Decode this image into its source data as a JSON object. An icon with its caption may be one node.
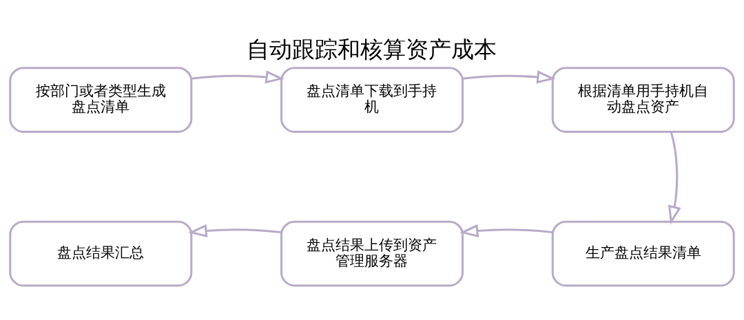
{
  "diagram": {
    "title": "自动跟踪和核算资产成本",
    "nodes": [
      {
        "text": [
          "按部门或者类型生成盘点清单"
        ]
      },
      {
        "text": [
          "盘点清单下载到手持机"
        ]
      },
      {
        "text": [
          "根据清单用手持机自动盘点资产"
        ]
      },
      {
        "text": [
          "盘点结果汇总"
        ]
      },
      {
        "text": [
          "盘点结果上传到资产管理服务器"
        ]
      },
      {
        "text": [
          "生产盘点结果清单"
        ]
      }
    ],
    "edges": [
      {
        "from": 0,
        "to": 1,
        "arrow": "to"
      },
      {
        "from": 1,
        "to": 2,
        "arrow": "to"
      },
      {
        "from": 2,
        "to": 5,
        "arrow": "to"
      },
      {
        "from": 5,
        "to": 4,
        "arrow": "to"
      },
      {
        "from": 4,
        "to": 3,
        "arrow": "to"
      }
    ]
  }
}
